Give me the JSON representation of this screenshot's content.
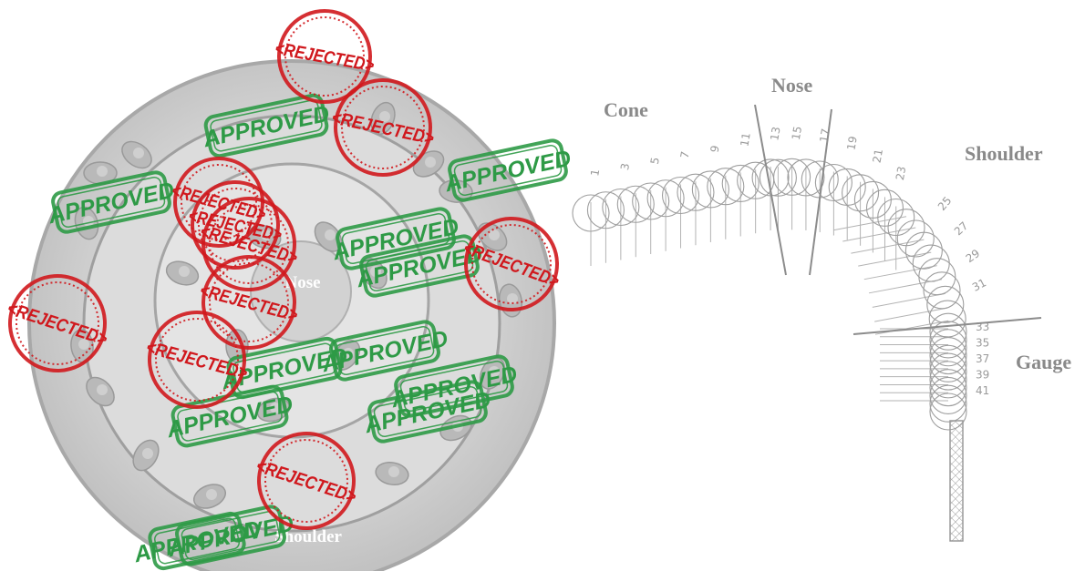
{
  "profile": {
    "zones": {
      "cone": "Cone",
      "nose": "Nose",
      "shoulder": "Shoulder",
      "gauge": "Gauge"
    },
    "cutter_numbers": [
      "1",
      "3",
      "5",
      "7",
      "9",
      "11",
      "13",
      "15",
      "17",
      "19",
      "21",
      "23",
      "25",
      "27",
      "29",
      "31",
      "33",
      "35",
      "37",
      "39",
      "41"
    ]
  },
  "bit_photo": {
    "labels": {
      "nose": "Nose",
      "shoulder": "Shoulder"
    }
  },
  "stamps": {
    "approved_text": "APPROVED",
    "rejected_text": "REJECTED",
    "approved_color": "#2e9a46",
    "rejected_color": "#d0181d",
    "approved_count": 12,
    "rejected_count": 10
  }
}
